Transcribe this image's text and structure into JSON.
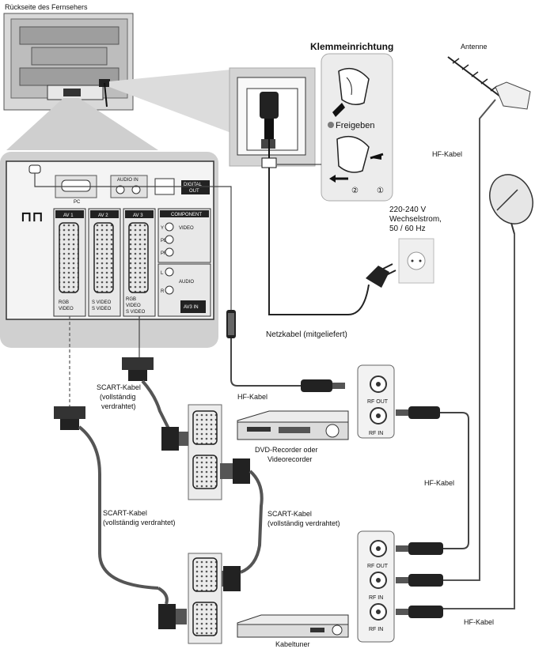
{
  "tv_back_title": "Rückseite des Fernsehers",
  "clamp": {
    "title": "Klemmeinrichtung",
    "release": "Freigeben",
    "step1": "①",
    "step2": "②"
  },
  "antenna": "Antenne",
  "power": {
    "voltage": "220-240 V",
    "current": "Wechselstrom,",
    "freq": "50 / 60 Hz",
    "cable": "Netzkabel (mitgeliefert)"
  },
  "hf_cable": "HF-Kabel",
  "scart_full_1": "SCART-Kabel",
  "scart_full_2": "(vollständig",
  "scart_full_3": "verdrahtet)",
  "scart_full_inline": "(vollständig verdrahtet)",
  "scart_label": "SCART-Kabel",
  "rf_out": "RF OUT",
  "rf_in": "RF IN",
  "dvd_1": "DVD-Recorder oder",
  "dvd_2": "Videorecorder",
  "cable_tuner": "Kabeltuner",
  "panel": {
    "pc": "PC",
    "audio_in": "AUDIO IN",
    "digital_out_1": "DIGITAL",
    "digital_out_2": "OUT",
    "av1": "AV 1",
    "av2": "AV 2",
    "av3": "AV 3",
    "component": "COMPONENT",
    "y": "Y",
    "pb": "PB",
    "pr": "PR",
    "video": "VIDEO",
    "l": "L",
    "r": "R",
    "audio": "AUDIO",
    "av3_in_1": "AV3 IN",
    "av1_lbl_1": "RGB",
    "av1_lbl_2": "VIDEO",
    "av2_lbl_1": "S VIDEO",
    "av2_lbl_2": "S VIDEO",
    "av3_lbl_1": "RGB",
    "av3_lbl_2": "VIDEO",
    "av3_lbl_3": "S VIDEO"
  }
}
